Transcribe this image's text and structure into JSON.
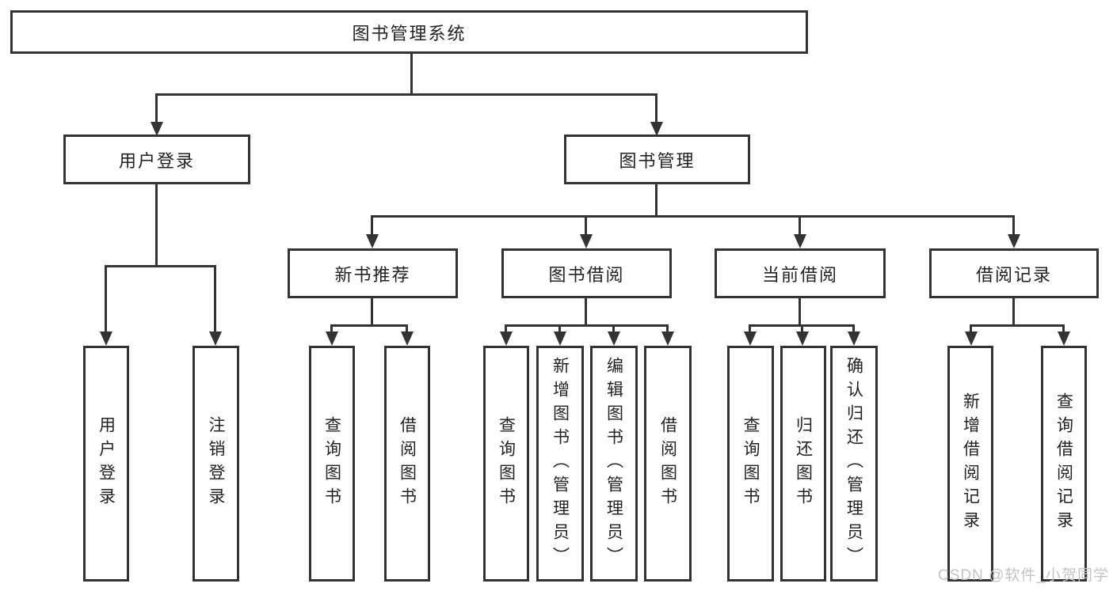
{
  "diagram": {
    "root": "图书管理系统",
    "level2": [
      "用户登录",
      "图书管理"
    ],
    "level3": [
      "新书推荐",
      "图书借阅",
      "当前借阅",
      "借阅记录"
    ],
    "leaves": {
      "login": [
        "用户登录",
        "注销登录"
      ],
      "recommend": [
        "查询图书",
        "借阅图书"
      ],
      "borrow": [
        "查询图书",
        "新增图书（管理员）",
        "编辑图书（管理员）",
        "借阅图书"
      ],
      "current": [
        "查询图书",
        "归还图书",
        "确认归还（管理员）"
      ],
      "records": [
        "新增借阅记录",
        "查询借阅记录"
      ]
    }
  },
  "watermark": "CSDN @软件_小贺同学",
  "colors": {
    "line": "#333333",
    "text": "#222222",
    "watermark": "#c3c3c3",
    "background": "#ffffff"
  }
}
